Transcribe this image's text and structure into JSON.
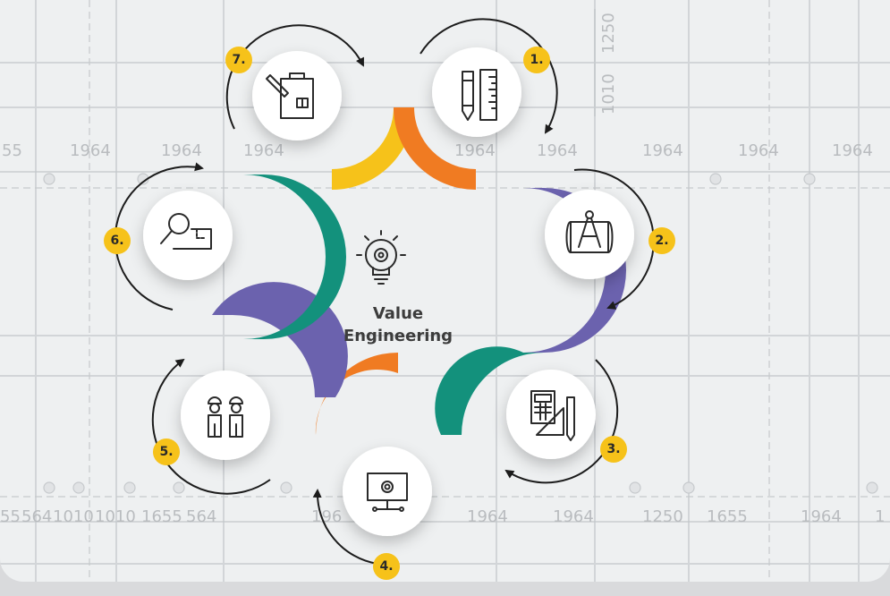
{
  "center": {
    "title_line1": "Value",
    "title_line2": "Engineering",
    "icon": "lightbulb-gear-icon"
  },
  "steps": [
    {
      "number": "1.",
      "icon": "pencil-ruler-icon"
    },
    {
      "number": "2.",
      "icon": "compass-drawing-icon"
    },
    {
      "number": "3.",
      "icon": "calculator-ruler-icon"
    },
    {
      "number": "4.",
      "icon": "monitor-settings-icon"
    },
    {
      "number": "5.",
      "icon": "construction-workers-icon"
    },
    {
      "number": "6.",
      "icon": "magnifier-blueprint-icon"
    },
    {
      "number": "7.",
      "icon": "clipboard-plan-icon"
    }
  ],
  "blueprint_labels": {
    "row_top": [
      "55",
      "1964",
      "1964",
      "1964",
      "1964",
      "1964",
      "1964",
      "1964",
      "1964"
    ],
    "row_bottom": [
      "55",
      "564",
      "1010",
      "1010",
      "1655",
      "564",
      "196",
      "1964",
      "1964",
      "1250",
      "1655",
      "1964",
      "1"
    ],
    "vertical": [
      "1010",
      "1250"
    ]
  },
  "colors": {
    "yellow": "#f6c21a",
    "orange": "#f07b22",
    "purple": "#6b62ae",
    "teal": "#13917c",
    "badge": "#f6c21a"
  }
}
